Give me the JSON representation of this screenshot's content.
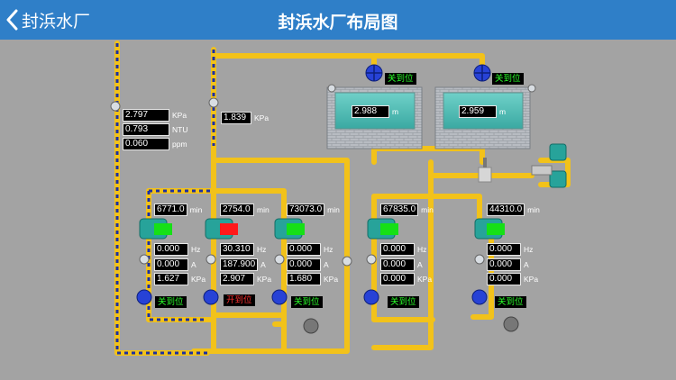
{
  "nav": {
    "back_label": "封浜水厂",
    "title": "封浜水厂布局图"
  },
  "monitor": {
    "pressure": {
      "value": "2.797",
      "unit": "KPa"
    },
    "turbidity": {
      "value": "0.793",
      "unit": "NTU"
    },
    "chlorine": {
      "value": "0.060",
      "unit": "ppm"
    }
  },
  "line_pressure": {
    "value": "1.839",
    "unit": "KPa"
  },
  "tanks": [
    {
      "level": "2.988",
      "unit": "m",
      "valve_status": "关到位"
    },
    {
      "level": "2.959",
      "unit": "m",
      "valve_status": "关到位"
    }
  ],
  "pumps": [
    {
      "runtime": "6771.0",
      "runtime_unit": "min",
      "running": false,
      "frequency": "0.000",
      "freq_unit": "Hz",
      "current": "0.000",
      "current_unit": "A",
      "pressure": "1.627",
      "pressure_unit": "KPa",
      "valve_status": "关到位"
    },
    {
      "runtime": "2754.0",
      "runtime_unit": "min",
      "running": true,
      "frequency": "30.310",
      "freq_unit": "Hz",
      "current": "187.900",
      "current_unit": "A",
      "pressure": "2.907",
      "pressure_unit": "KPa",
      "valve_status": "开到位"
    },
    {
      "runtime": "73073.0",
      "runtime_unit": "min",
      "running": false,
      "frequency": "0.000",
      "freq_unit": "Hz",
      "current": "0.000",
      "current_unit": "A",
      "pressure": "1.680",
      "pressure_unit": "KPa",
      "valve_status": "关到位"
    },
    {
      "runtime": "67835.0",
      "runtime_unit": "min",
      "running": false,
      "frequency": "0.000",
      "freq_unit": "Hz",
      "current": "0.000",
      "current_unit": "A",
      "pressure": "0.000",
      "pressure_unit": "KPa",
      "valve_status": "关到位"
    },
    {
      "runtime": "44310.0",
      "runtime_unit": "min",
      "running": false,
      "frequency": "0.000",
      "freq_unit": "Hz",
      "current": "0.000",
      "current_unit": "A",
      "pressure": "0.000",
      "pressure_unit": "KPa",
      "valve_status": "关到位"
    }
  ],
  "colors": {
    "navbar": "#2f7fc8",
    "pipe": "#f2c21a",
    "pipe_stripe": "#1c2fa3",
    "running": "#ff1a1a",
    "stopped": "#16e016",
    "status_closed": "#2aff2a",
    "status_open": "#ff3030"
  },
  "icons": {
    "back": "chevron-left-icon",
    "valve": "valve-wheel-icon",
    "pump": "pump-icon",
    "gauge": "pressure-gauge-icon",
    "tank": "water-tank-icon"
  }
}
